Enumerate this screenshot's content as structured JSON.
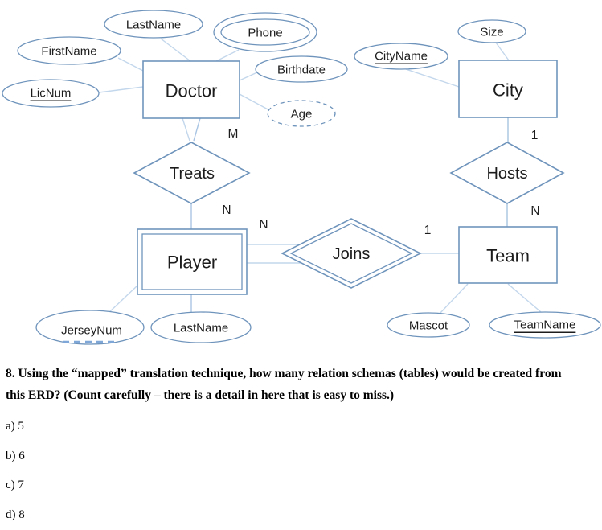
{
  "diagram": {
    "entities": {
      "doctor": {
        "label": "Doctor",
        "type": "strong"
      },
      "city": {
        "label": "City",
        "type": "strong"
      },
      "player": {
        "label": "Player",
        "type": "weak"
      },
      "team": {
        "label": "Team",
        "type": "strong"
      }
    },
    "relationships": {
      "treats": {
        "label": "Treats",
        "identifying": false
      },
      "hosts": {
        "label": "Hosts",
        "identifying": false
      },
      "joins": {
        "label": "Joins",
        "identifying": true
      }
    },
    "attributes": {
      "firstname": {
        "label": "FirstName"
      },
      "lastname_doctor": {
        "label": "LastName"
      },
      "licnum": {
        "label": "LicNum",
        "key": true
      },
      "phone": {
        "label": "Phone",
        "multivalued": true
      },
      "birthdate": {
        "label": "Birthdate"
      },
      "age": {
        "label": "Age",
        "derived": true
      },
      "cityname": {
        "label": "CityName",
        "key": true
      },
      "size": {
        "label": "Size"
      },
      "jerseynum": {
        "label": "JerseyNum",
        "partial_key": true
      },
      "lastname_player": {
        "label": "LastName"
      },
      "mascot": {
        "label": "Mascot"
      },
      "teamname": {
        "label": "TeamName",
        "key": true
      }
    },
    "cardinalities": {
      "treats_doctor": "M",
      "treats_player": "N",
      "joins_player": "N",
      "joins_team": "1",
      "hosts_city": "1",
      "hosts_team": "N"
    },
    "colors": {
      "shape_stroke": "#6f94bc",
      "connector": "#c3d7ec",
      "partial_key_dash": "#7fa8d9",
      "text": "#1c1c1c"
    }
  },
  "question": {
    "lines": [
      "8. Using the “mapped” translation technique, how many relation schemas (tables) would be created from",
      "this ERD? (Count carefully – there is a detail in here that is easy to miss.)"
    ],
    "options": [
      "a) 5",
      "b) 6",
      "c) 7",
      "d) 8"
    ]
  }
}
